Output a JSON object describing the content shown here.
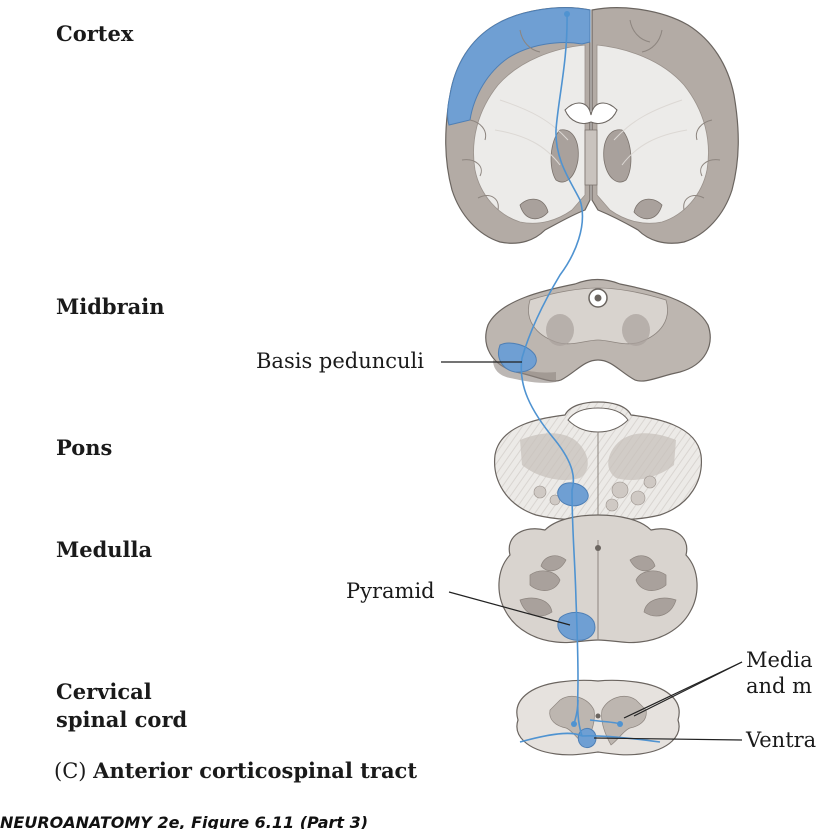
{
  "levels": {
    "cortex": "Cortex",
    "midbrain": "Midbrain",
    "pons": "Pons",
    "medulla": "Medulla",
    "cervical_line1": "Cervical",
    "cervical_line2": "spinal cord"
  },
  "callouts": {
    "basis_pedunculi": "Basis pedunculi",
    "pyramid": "Pyramid",
    "medial_line1": "Media",
    "medial_line2": "and m",
    "ventral": "Ventra"
  },
  "caption": {
    "letter": "(C)",
    "title": "Anterior corticospinal tract"
  },
  "footer": "NEUROANATOMY 2e, Figure 6.11 (Part 3)",
  "colors": {
    "tract": "#4f93d1",
    "highlight": "#6f9fd3",
    "white_matter": "#ecebe9",
    "gray_matter": "#a9a19c",
    "outline": "#6b6560"
  }
}
